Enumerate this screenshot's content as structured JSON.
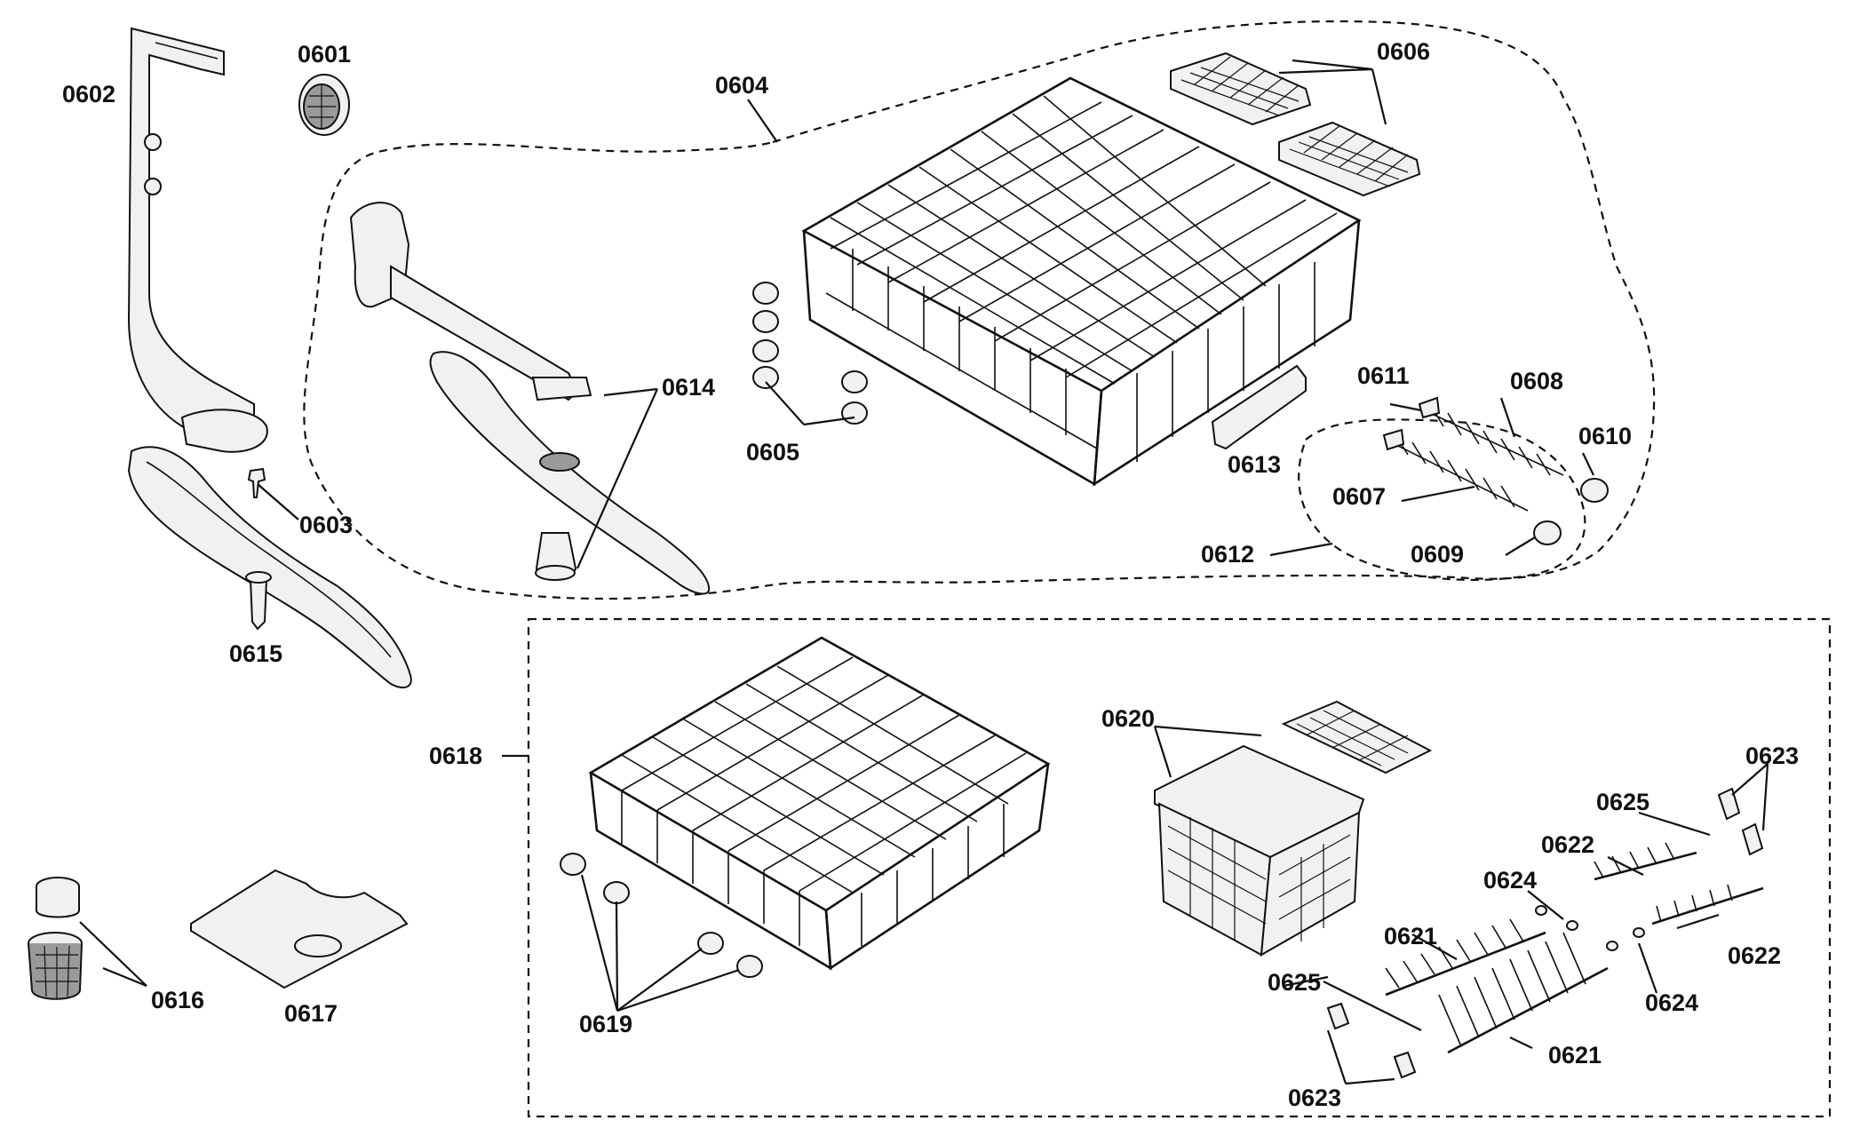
{
  "diagram": {
    "labels": {
      "p0601": "0601",
      "p0602": "0602",
      "p0603": "0603",
      "p0604": "0604",
      "p0605": "0605",
      "p0606": "0606",
      "p0607": "0607",
      "p0608": "0608",
      "p0609": "0609",
      "p0610": "0610",
      "p0611": "0611",
      "p0612": "0612",
      "p0613": "0613",
      "p0614": "0614",
      "p0615": "0615",
      "p0616": "0616",
      "p0617": "0617",
      "p0618": "0618",
      "p0619": "0619",
      "p0620": "0620",
      "p0621a": "0621",
      "p0621b": "0621",
      "p0622a": "0622",
      "p0622b": "0622",
      "p0623a": "0623",
      "p0623b": "0623",
      "p0624a": "0624",
      "p0624b": "0624",
      "p0625a": "0625",
      "p0625b": "0625"
    }
  }
}
